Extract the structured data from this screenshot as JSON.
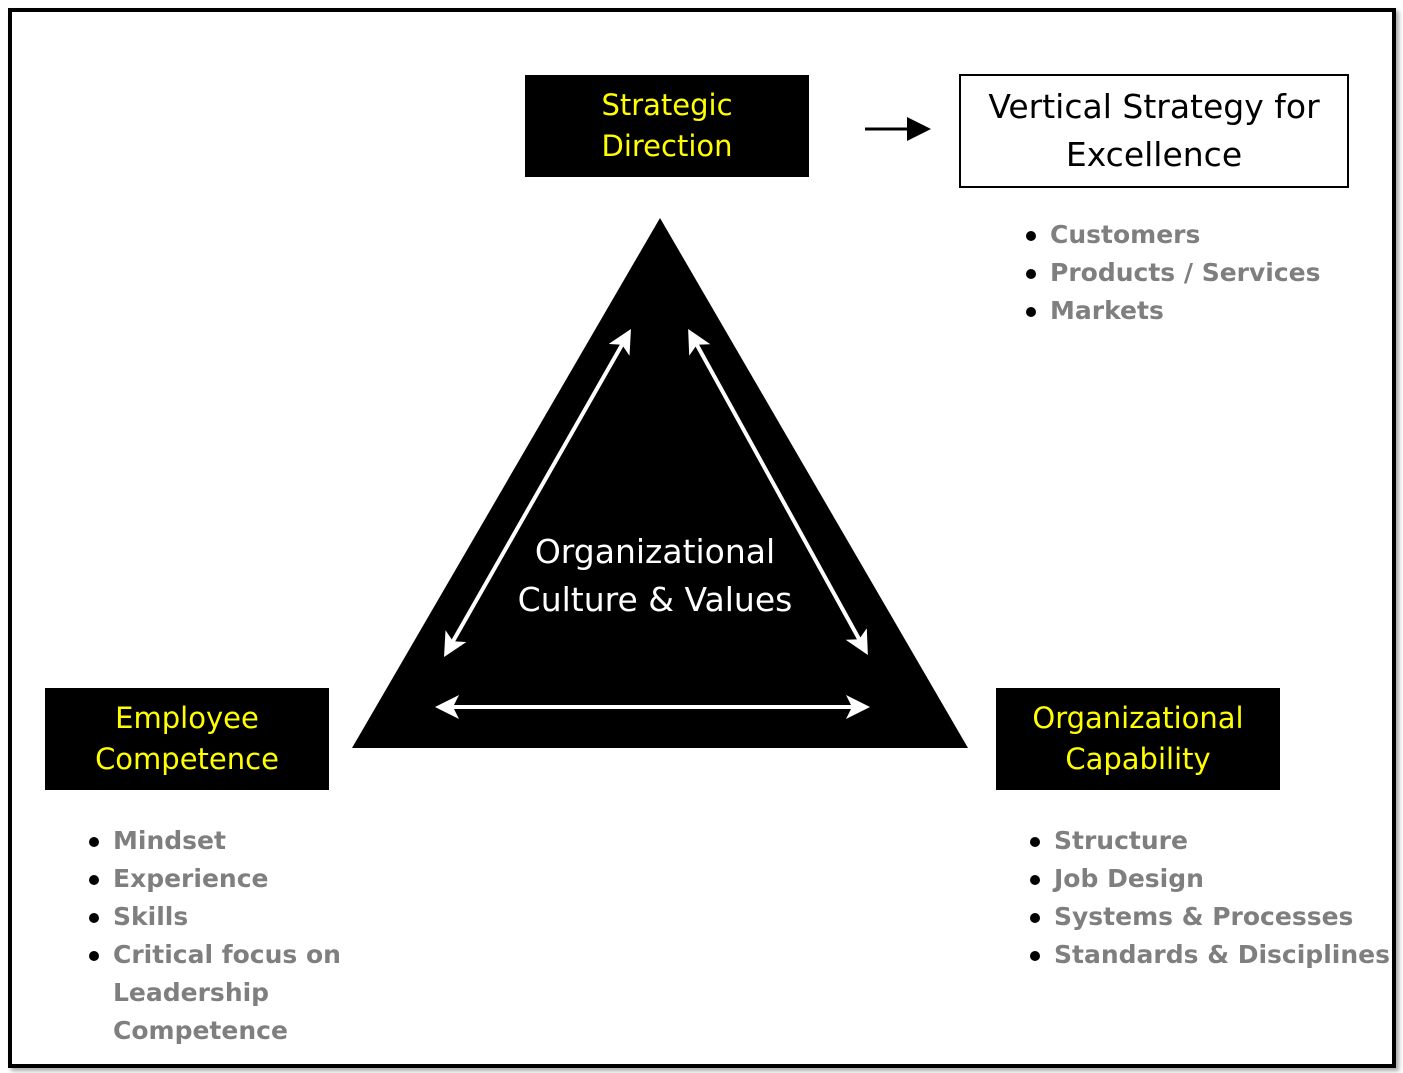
{
  "boxes": {
    "top": "Strategic Direction",
    "left": "Employee Competence",
    "right": "Organizational Capability",
    "vertical": "Vertical Strategy for Excellence"
  },
  "center": "Organizational Culture & Values",
  "vertical_items": [
    "Customers",
    "Products / Services",
    "Markets"
  ],
  "employee_items": [
    "Mindset",
    "Experience",
    "Skills",
    "Critical focus on Leadership Competence"
  ],
  "capability_items": [
    "Structure",
    "Job Design",
    "Systems & Processes",
    "Standards & Disciplines"
  ],
  "colors": {
    "box_text": "#ffff00",
    "bullet_text": "#7f7f7f"
  }
}
